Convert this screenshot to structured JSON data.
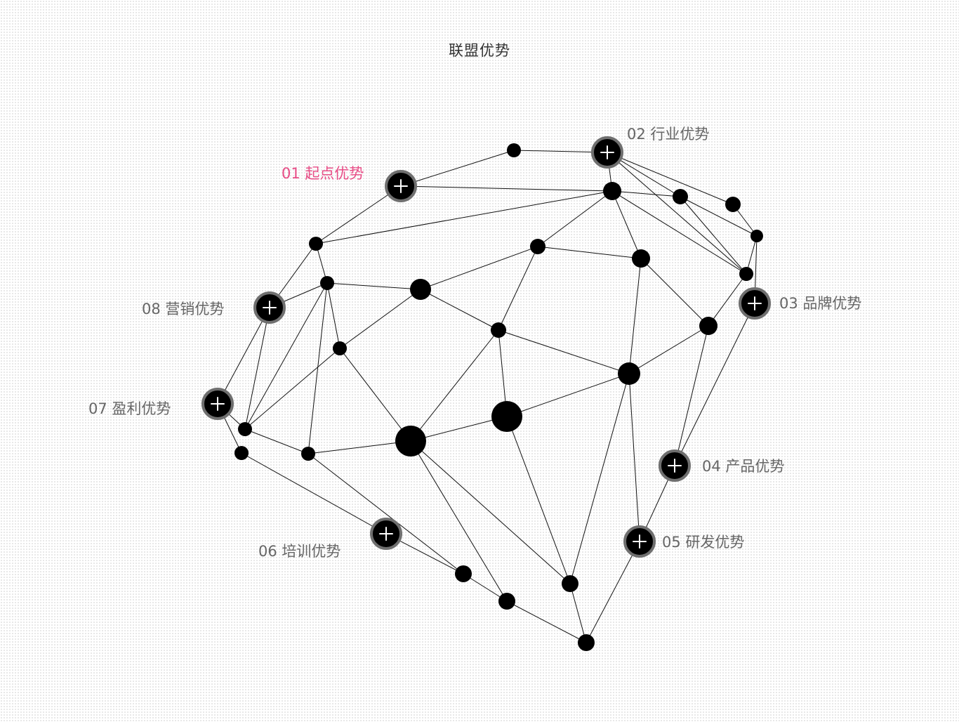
{
  "title": "联盟优势",
  "colors": {
    "active": "#e84c86",
    "active_ring": "#f58db2",
    "node": "#000000",
    "ring": "#6f6f6f",
    "label": "#666666",
    "edge": "#111111"
  },
  "features": [
    {
      "id": "01",
      "label": "01 起点优势",
      "active": true,
      "icon": "plus-icon"
    },
    {
      "id": "02",
      "label": "02 行业优势",
      "active": false,
      "icon": "plus-icon"
    },
    {
      "id": "03",
      "label": "03 品牌优势",
      "active": false,
      "icon": "plus-icon"
    },
    {
      "id": "04",
      "label": "04 产品优势",
      "active": false,
      "icon": "plus-icon"
    },
    {
      "id": "05",
      "label": "05 研发优势",
      "active": false,
      "icon": "plus-icon"
    },
    {
      "id": "06",
      "label": "06 培训优势",
      "active": false,
      "icon": "plus-icon"
    },
    {
      "id": "07",
      "label": "07 盈利优势",
      "active": false,
      "icon": "plus-icon"
    },
    {
      "id": "08",
      "label": "08 营销优势",
      "active": false,
      "icon": "plus-icon"
    }
  ]
}
